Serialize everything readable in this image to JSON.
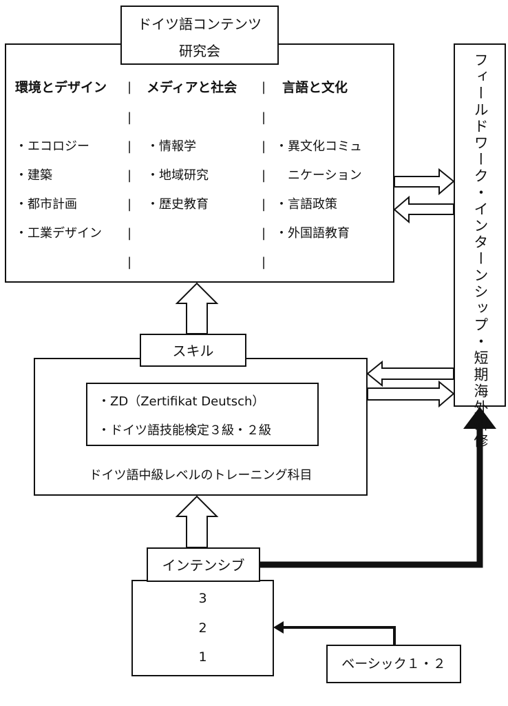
{
  "header": {
    "line1": "ドイツ語コンテンツ",
    "line2": "研究会"
  },
  "columns": [
    {
      "heading": "環境とデザイン",
      "items": [
        "・エコロジー",
        "・建築",
        "・都市計画",
        "・工業デザイン"
      ]
    },
    {
      "heading": "メディアと社会",
      "items": [
        "・情報学",
        "・地域研究",
        "・歴史教育"
      ]
    },
    {
      "heading": "言語と文化",
      "items": [
        "・異文化コミュ",
        "ニケーション",
        "・言語政策",
        "・外国語教育"
      ]
    }
  ],
  "separator": "|",
  "fieldwork": "フィールドワーク・インターンシップ・短期海外研修",
  "skill": {
    "label": "スキル",
    "certs": [
      "・ZD（Zertifikat Deutsch）",
      "・ドイツ語技能検定３級・２級"
    ],
    "training": "ドイツ語中級レベルのトレーニング科目"
  },
  "intensive": {
    "label": "インテンシブ",
    "levels": [
      "3",
      "2",
      "1"
    ]
  },
  "basic": "ベーシック１・２"
}
